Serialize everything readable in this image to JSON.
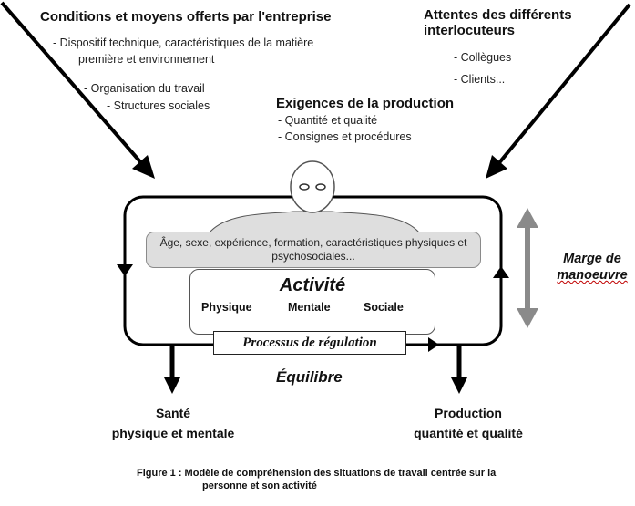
{
  "conditions": {
    "title": "Conditions et moyens offerts par l'entreprise",
    "items": [
      "- Dispositif technique, caractéristiques de la matière",
      "première et environnement",
      "- Organisation du travail",
      "- Structures sociales"
    ]
  },
  "attentes": {
    "title": "Attentes des différents interlocuteurs",
    "items": [
      "- Collègues",
      "- Clients..."
    ]
  },
  "exigences": {
    "title": "Exigences de la production",
    "items": [
      "- Quantité et qualité",
      "- Consignes et procédures"
    ]
  },
  "person": {
    "characteristics": "Âge, sexe, expérience, formation, caractéristiques physiques et psychosociales..."
  },
  "activity": {
    "title": "Activité",
    "dimensions": [
      "Physique",
      "Mentale",
      "Sociale"
    ]
  },
  "regulation": "Processus de régulation",
  "marge": {
    "line1": "Marge de",
    "line2": "manoeuvre"
  },
  "equilibre": "Équilibre",
  "outcomes": {
    "sante": {
      "line1": "Santé",
      "line2": "physique et mentale"
    },
    "production": {
      "line1": "Production",
      "line2": "quantité et qualité"
    }
  },
  "caption": {
    "line1": "Figure 1 : Modèle de compréhension des situations de travail centrée sur la",
    "line2": "personne et son activité"
  }
}
